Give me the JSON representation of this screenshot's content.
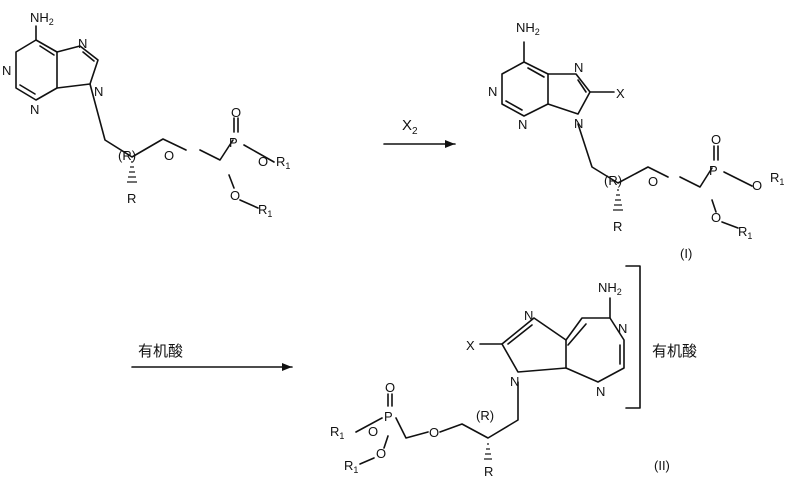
{
  "reaction_1": {
    "reagent": "X",
    "reagent_sub": "2",
    "product_label": "(I)"
  },
  "reaction_2": {
    "reagent": "有机酸",
    "product_salt_label": "有机酸",
    "product_label": "(II)"
  },
  "atoms": {
    "nh2": "NH",
    "nh2_sub": "2",
    "n": "N",
    "o": "O",
    "p": "P",
    "x": "X",
    "r": "R",
    "r_stereo": "(R)",
    "r1": "R",
    "r1_sub": "1"
  }
}
